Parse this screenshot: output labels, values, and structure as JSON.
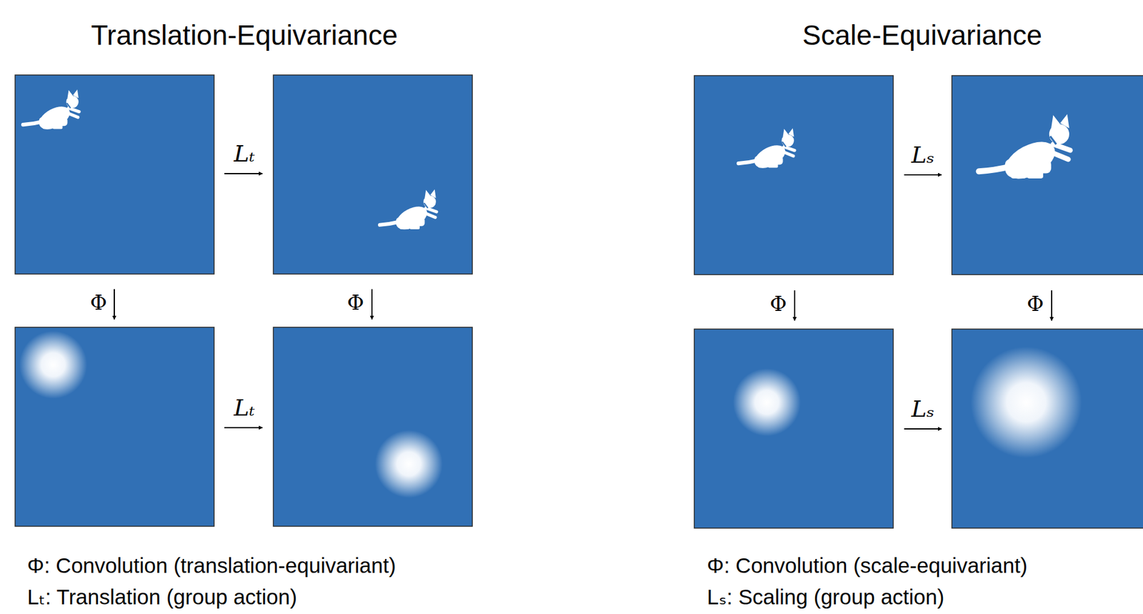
{
  "diagram": {
    "labels": [
      "Translation-Equivariance",
      "Lₜ",
      "Φ",
      "Φ",
      "Lₜ",
      "Φ: Convolution (translation-equivariant)",
      "Lₜ: Translation (group action)",
      "Scale-Equivariance",
      "Lₛ",
      "Φ",
      "Φ",
      "Lₛ",
      "Φ: Convolution (scale-equivariant)",
      "Lₛ: Scaling (group action)"
    ]
  }
}
